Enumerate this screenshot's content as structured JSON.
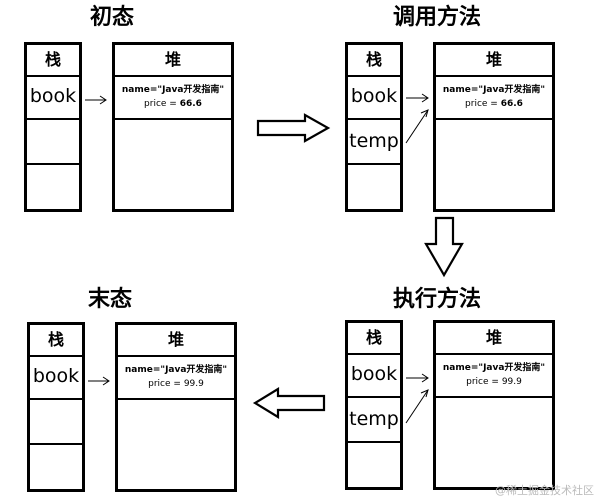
{
  "titles": {
    "initial": "初态",
    "call": "调用方法",
    "execute": "执行方法",
    "final": "末态"
  },
  "labels": {
    "stack": "栈",
    "heap": "堆"
  },
  "vars": {
    "book": "book",
    "temp": "temp"
  },
  "object": {
    "name_line": "name=\"Java开发指南\"",
    "price_prefix": "price = ",
    "price_before": "66.6",
    "price_after": "99.9"
  },
  "watermark": "@稀土掘金技术社区"
}
